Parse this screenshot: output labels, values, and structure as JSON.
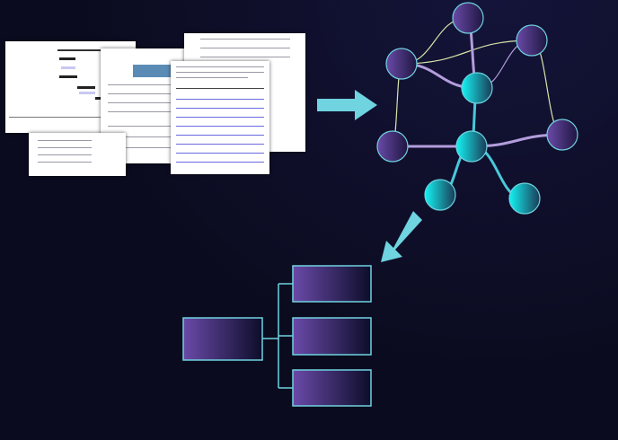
{
  "colors": {
    "background": "#0b0b1f",
    "node_purple": "#5b3f98",
    "node_teal": "#14e3e3",
    "node_stroke": "#6fd3e0",
    "edge_purple": "#b39ddb",
    "edge_yellow": "#d7e3a8",
    "edge_teal": "#49c9da",
    "arrow": "#6fd3e0",
    "box_gradient_start": "#6a4aa8",
    "box_gradient_end": "#0d0d2a"
  },
  "graph": {
    "nodes": [
      {
        "id": "n1",
        "type": "purple"
      },
      {
        "id": "n2",
        "type": "purple"
      },
      {
        "id": "n3",
        "type": "purple"
      },
      {
        "id": "n4",
        "type": "teal"
      },
      {
        "id": "n5",
        "type": "purple"
      },
      {
        "id": "n6",
        "type": "teal"
      },
      {
        "id": "n7",
        "type": "purple"
      },
      {
        "id": "n8",
        "type": "teal"
      },
      {
        "id": "n9",
        "type": "teal"
      }
    ],
    "edges": [
      [
        "n3",
        "n1",
        "yellow"
      ],
      [
        "n3",
        "n2",
        "yellow"
      ],
      [
        "n1",
        "n4",
        "purple"
      ],
      [
        "n2",
        "n4",
        "purple-thin"
      ],
      [
        "n3",
        "n4",
        "purple"
      ],
      [
        "n3",
        "n5",
        "yellow"
      ],
      [
        "n2",
        "n7",
        "yellow"
      ],
      [
        "n5",
        "n6",
        "purple"
      ],
      [
        "n6",
        "n7",
        "purple"
      ],
      [
        "n4",
        "n6",
        "teal"
      ],
      [
        "n6",
        "n8",
        "teal"
      ],
      [
        "n6",
        "n9",
        "teal"
      ]
    ]
  },
  "hierarchy": {
    "root": 1,
    "children": 3
  }
}
